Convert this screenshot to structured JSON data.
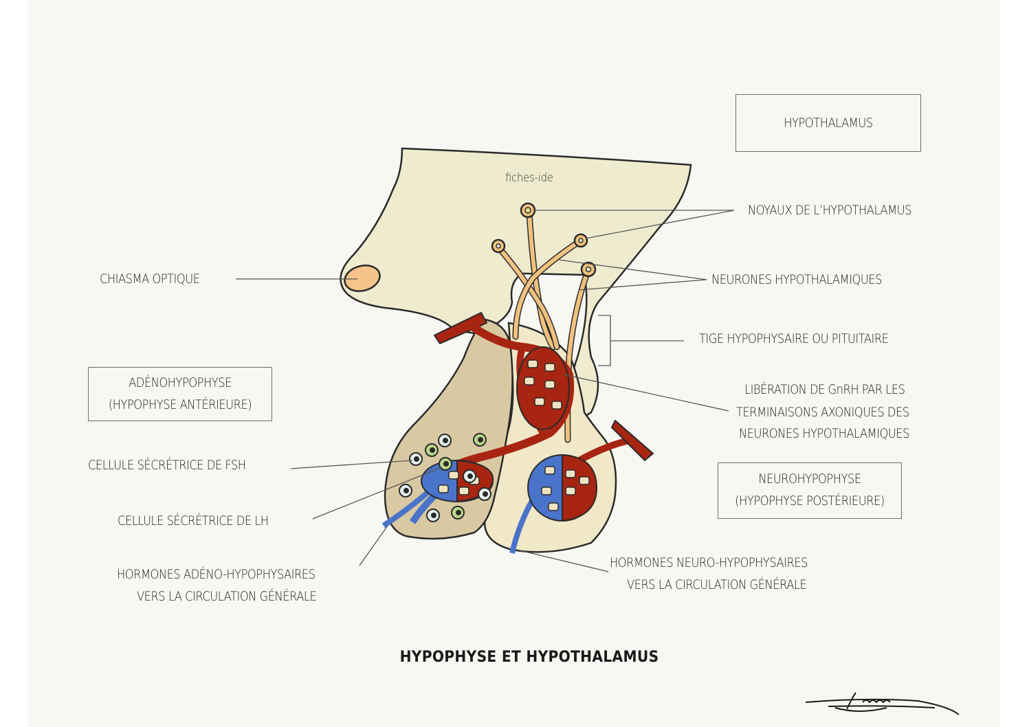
{
  "figure": {
    "title": "HYPOPHYSE ET HYPOTHALAMUS",
    "watermark": "fiches-ide",
    "signature": "Léana",
    "colors": {
      "background": "#f7f7f3",
      "hypothalamus_fill": "#efebcf",
      "adenohypophysis_fill": "#d9c9a3",
      "neuron_fill": "#f0c27f",
      "artery_red": "#a82512",
      "vein_blue": "#4a74c9",
      "fsh_cell_green": "#b9d68a",
      "lh_cell_pale": "#e4f1ee",
      "outline": "#2a2a2a"
    }
  },
  "labels": {
    "hypothalamus_box": "HYPOTHALAMUS",
    "noyaux": "NOYAUX DE L’HYPOTHALAMUS",
    "chiasma": "CHIASMA OPTIQUE",
    "neurones": "NEURONES HYPOTHALAMIQUES",
    "tige": "TIGE HYPOPHYSAIRE OU PITUITAIRE",
    "liberation": [
      "LIBÉRATION DE GnRH PAR LES",
      "TERMINAISONS AXONIQUES DES",
      "NEURONES HYPOTHALAMIQUES"
    ],
    "adeno_box": [
      "ADÉNOHYPOPHYSE",
      "(HYPOPHYSE ANTÉRIEURE)"
    ],
    "fsh": "CELLULE SÉCRÉTRICE DE FSH",
    "lh": "CELLULE SÉCRÉTRICE DE LH",
    "hormones_adeno": [
      "HORMONES  ADÉNO-HYPOPHYSAIRES",
      "VERS LA CIRCULATION GÉNÉRALE"
    ],
    "neuro_box": [
      "NEUROHYPOPHYSE",
      "(HYPOPHYSE POSTÉRIEURE)"
    ],
    "hormones_neuro": [
      "HORMONES NEURO-HYPOPHYSAIRES",
      "VERS LA CIRCULATION GÉNÉRALE"
    ]
  }
}
